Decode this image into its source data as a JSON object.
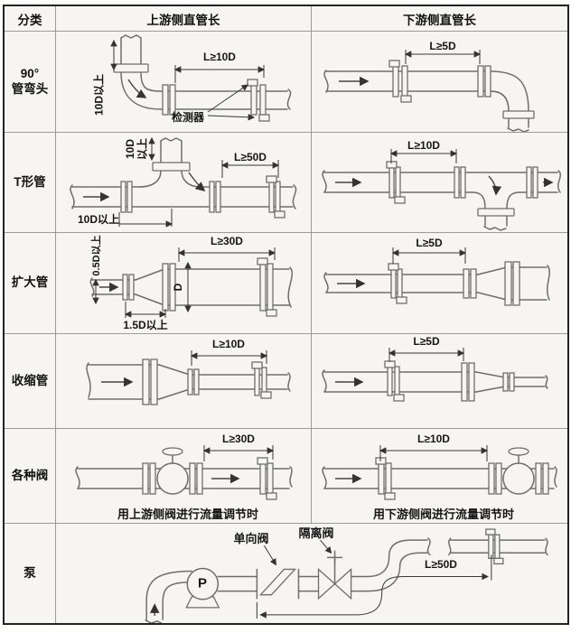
{
  "colors": {
    "background": "#f6f5f3",
    "outer_border": "#222222",
    "grid_line": "#9a9a9a",
    "pipe_line": "#6e6e6e",
    "text": "#111111"
  },
  "header": {
    "category": "分类",
    "upstream": "上游侧直管长",
    "downstream": "下游侧直管长"
  },
  "rows": {
    "elbow": {
      "category_line1": "90°",
      "category_line2": "管弯头",
      "up_dim": "L≥10D",
      "up_vdim": "10D以上",
      "detector": "检测器",
      "down_dim": "L≥5D"
    },
    "tee": {
      "category": "T形管",
      "up_dim": "L≥50D",
      "up_vdim_line1": "10D",
      "up_vdim_line2": "以上",
      "up_bottom_dim": "10D以上",
      "down_dim": "L≥10D"
    },
    "expander": {
      "category": "扩大管",
      "up_dim": "L≥30D",
      "up_vdim": "0.5D以上",
      "diameter": "D",
      "up_bottom_dim": "1.5D以上",
      "down_dim": "L≥5D"
    },
    "reducer": {
      "category": "收缩管",
      "up_dim": "L≥10D",
      "down_dim": "L≥5D"
    },
    "valves": {
      "category": "各种阀",
      "up_dim": "L≥30D",
      "up_caption": "用上游侧阀进行流量调节时",
      "down_dim": "L≥10D",
      "down_caption": "用下游侧阀进行流量调节时"
    },
    "pump": {
      "category": "泵",
      "pump_letter": "P",
      "check_valve_label": "单向阀",
      "isolation_valve_label": "隔离阀",
      "dim": "L≥50D"
    }
  }
}
